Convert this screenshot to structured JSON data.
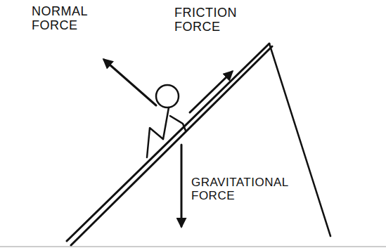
{
  "diagram": {
    "labels": [
      "NORMAL FORCE",
      "FRICTION FORCE",
      "GRAVITATIONAL FORCE"
    ]
  }
}
